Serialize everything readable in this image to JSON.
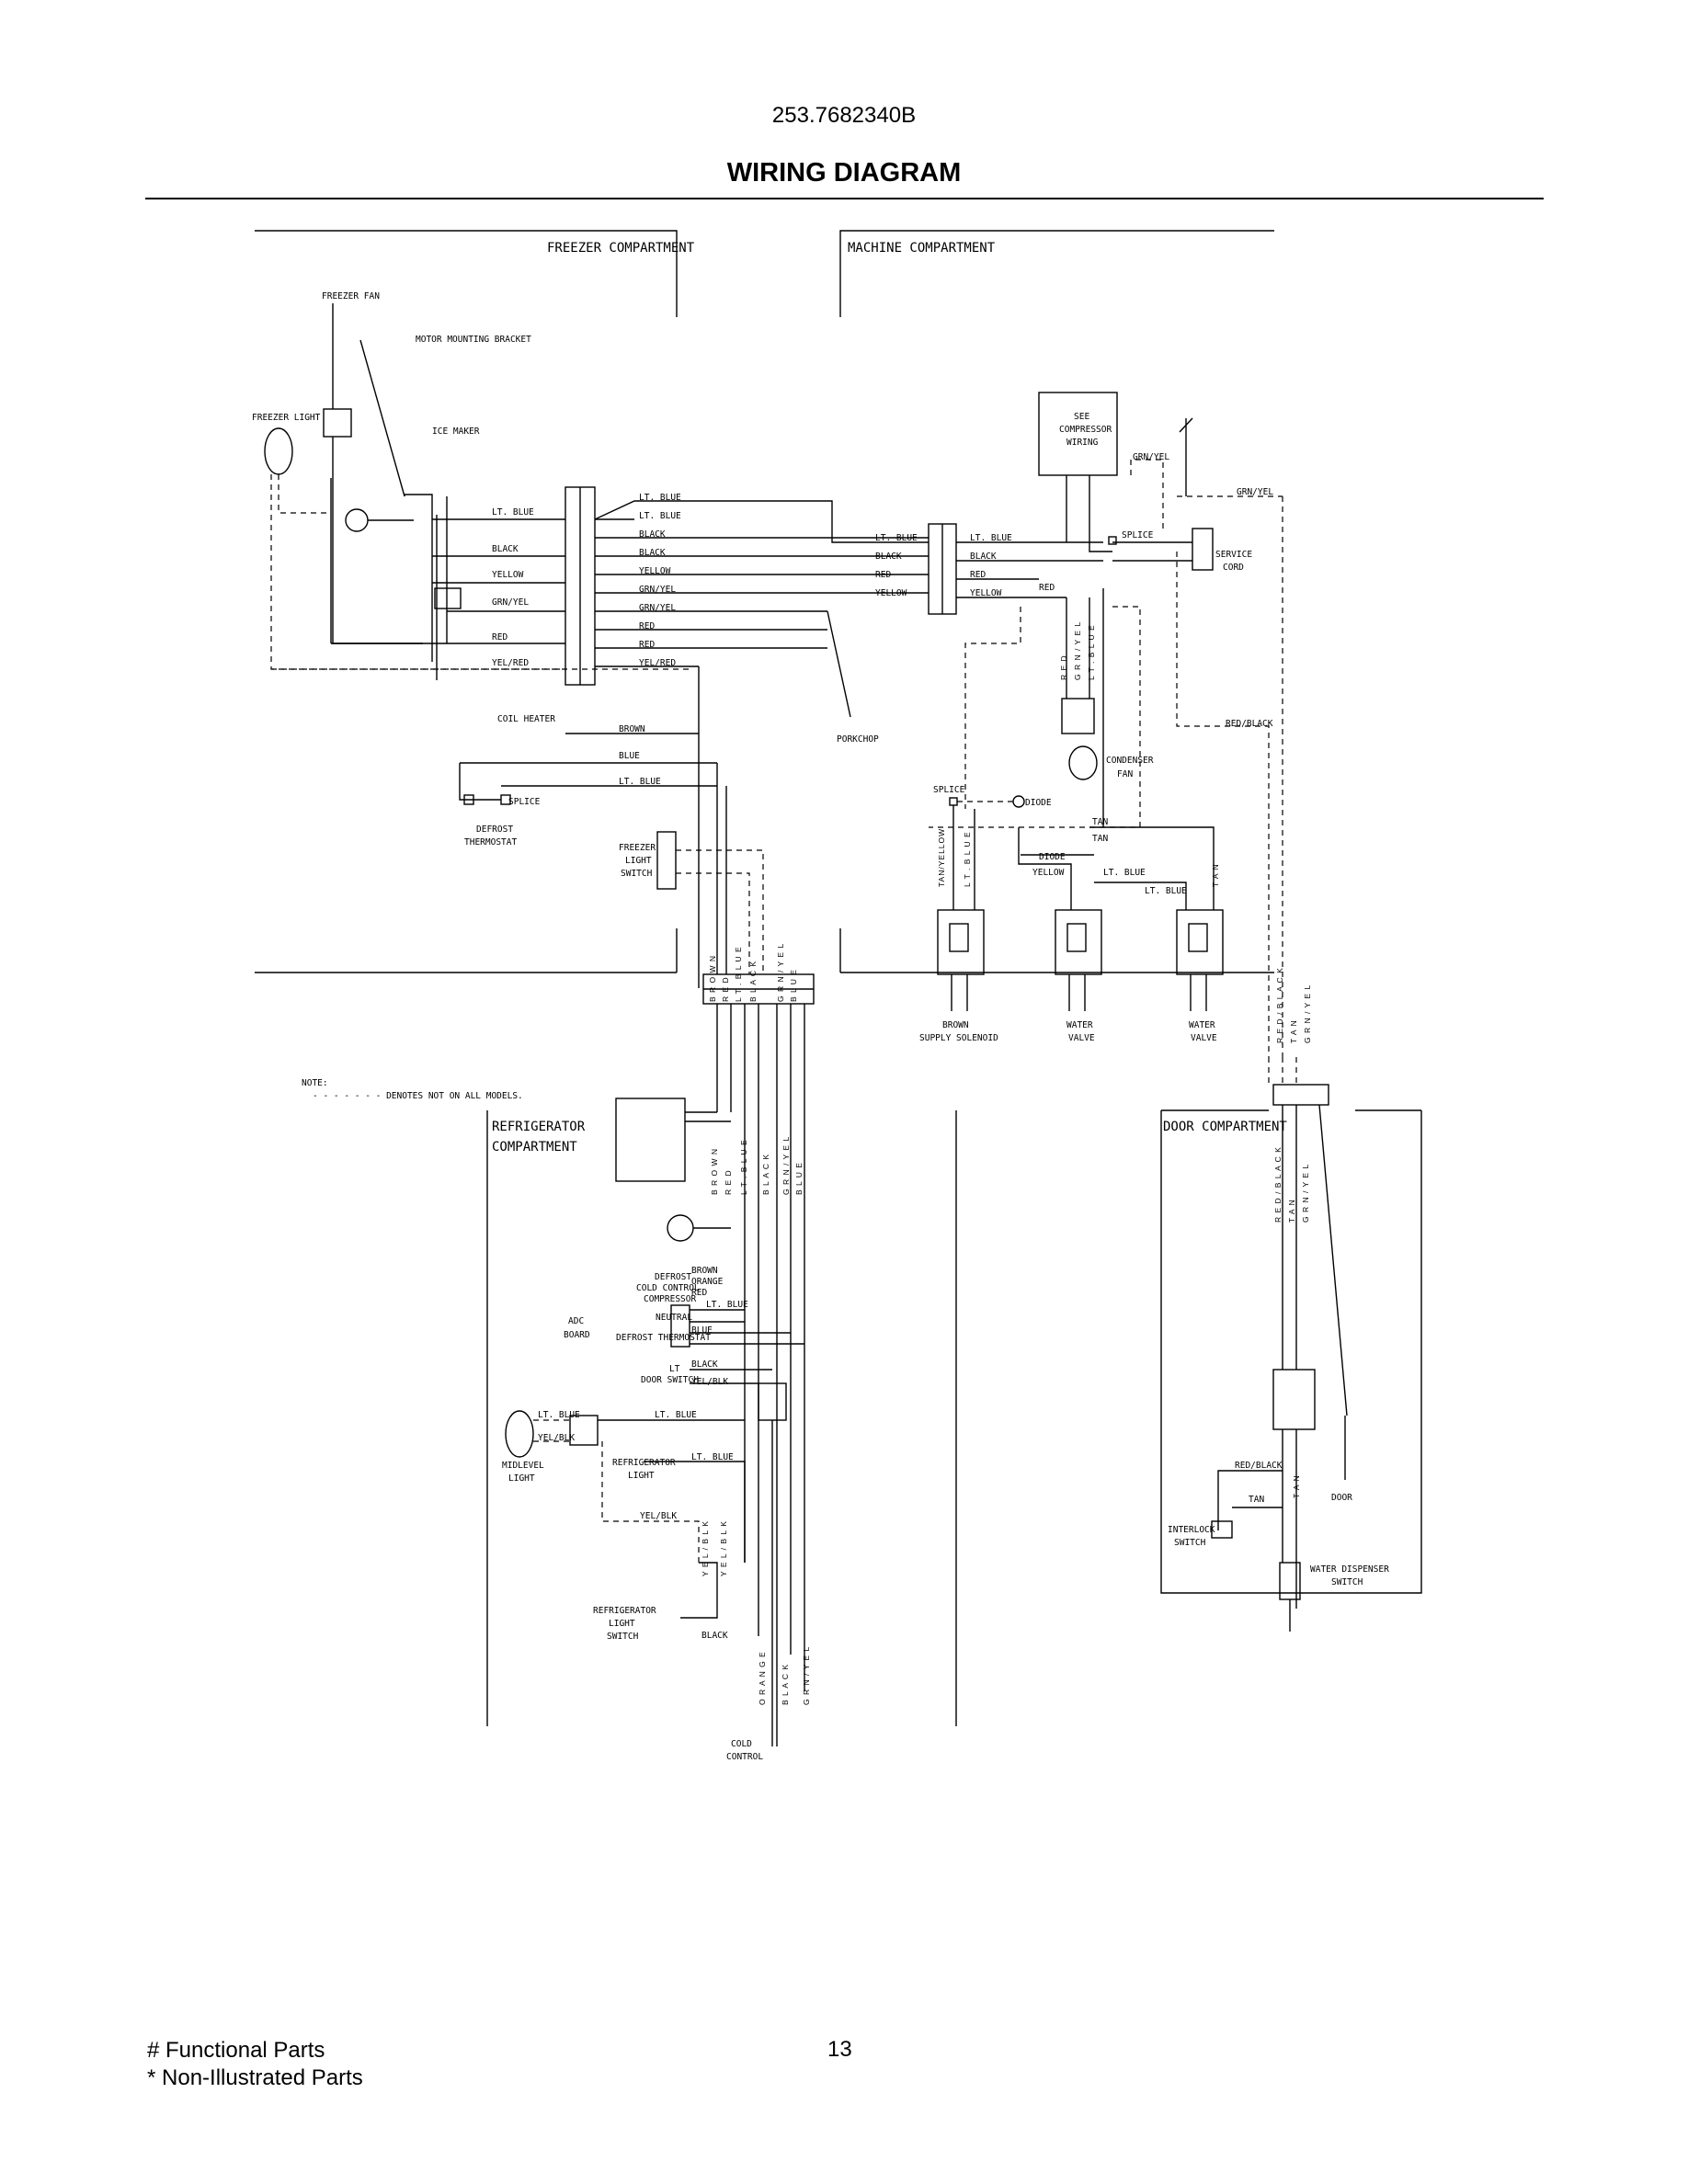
{
  "header": {
    "doc_number": "253.7682340B",
    "title": "WIRING DIAGRAM"
  },
  "diagram": {
    "sections": {
      "freezer": "FREEZER COMPARTMENT",
      "machine": "MACHINE COMPARTMENT",
      "refrigerator_1": "REFRIGERATOR",
      "refrigerator_2": "COMPARTMENT",
      "door": "DOOR COMPARTMENT"
    },
    "note": {
      "title": "NOTE:",
      "text": "- - - - - - - DENOTES NOT ON ALL MODELS."
    },
    "components": {
      "freezer_fan": "FREEZER FAN",
      "motor_bracket": "MOTOR MOUNTING BRACKET",
      "freezer_light": "FREEZER LIGHT",
      "ice_maker": "ICE MAKER",
      "see_compressor_1": "SEE",
      "see_compressor_2": "COMPRESSOR",
      "see_compressor_3": "WIRING",
      "service_cord_1": "SERVICE",
      "service_cord_2": "CORD",
      "splice": "SPLICE",
      "coil_heater": "COIL HEATER",
      "porkchop": "PORKCHOP",
      "defrost_thermostat_1": "DEFROST",
      "defrost_thermostat_2": "THERMOSTAT",
      "freezer_light_switch_1": "FREEZER",
      "freezer_light_switch_2": "LIGHT",
      "freezer_light_switch_3": "SWITCH",
      "condenser_fan_1": "CONDENSER",
      "condenser_fan_2": "FAN",
      "diode": "DIODE",
      "brown_supply_1": "BROWN",
      "brown_supply_2": "SUPPLY SOLENOID",
      "water_valve_1": "WATER",
      "water_valve_2": "VALVE",
      "adc_board_1": "ADC",
      "adc_board_2": "BOARD",
      "defrost_cc_1": "DEFROST",
      "defrost_cc_2": "COLD CONTROL",
      "defrost_cc_3": "COMPRESSOR",
      "neutral": "NEUTRAL",
      "defrost_therm": "DEFROST THERMOSTAT",
      "door_switch_1": "LT",
      "door_switch_2": "DOOR SWITCH",
      "midlevel_1": "MIDLEVEL",
      "midlevel_2": "LIGHT",
      "refrig_light_1": "REFRIGERATOR",
      "refrig_light_2": "LIGHT",
      "refrig_switch_1": "REFRIGERATOR",
      "refrig_switch_2": "LIGHT",
      "refrig_switch_3": "SWITCH",
      "cold_control_1": "COLD",
      "cold_control_2": "CONTROL",
      "interlock_1": "INTERLOCK",
      "interlock_2": "SWITCH",
      "door": "DOOR",
      "dispenser_1": "WATER DISPENSER",
      "dispenser_2": "SWITCH"
    },
    "wires": {
      "lt_blue": "LT. BLUE",
      "black": "BLACK",
      "yellow": "YELLOW",
      "grn_yel": "GRN/YEL",
      "red": "RED",
      "yel_red": "YEL/RED",
      "brown": "BROWN",
      "blue": "BLUE",
      "tan": "TAN",
      "red_black": "RED/BLACK",
      "orange": "ORANGE",
      "yel_blk": "YEL/BLK",
      "tan_yellow": "TAN/YELLOW",
      "lt_blue_v": "L T .  B L U E",
      "black_v": "B L A C K",
      "grn_yel_v": "G R N / Y E L",
      "red_black_v": "R E D / B L A C K",
      "yel_blk_v": "Y E L / B L K",
      "orange_v": "O R A N G E",
      "brown_v": "B R O W N",
      "red_v": "R E D",
      "blue_v": "B L U E",
      "tan_v": "T A N"
    }
  },
  "footer": {
    "functional": "# Functional Parts",
    "non_illustrated": "* Non-Illustrated Parts",
    "page": "13"
  }
}
